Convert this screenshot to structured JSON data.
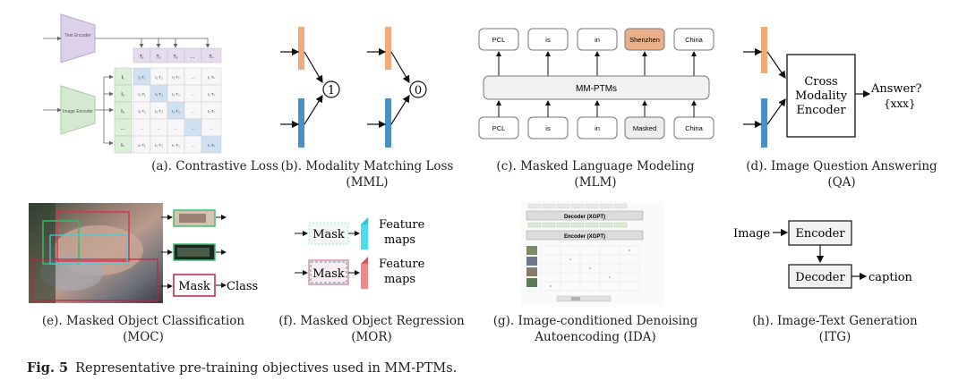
{
  "figure": {
    "label": "Fig. 5",
    "caption": "Representative pre-training objectives used in MM-PTMs."
  },
  "panels": {
    "a": {
      "caption_line1": "(a). Contrastive Loss",
      "text_encoder": "Text Encoder",
      "image_encoder": "Image Encoder",
      "text_tokens": [
        "T₁",
        "T₂",
        "T₃",
        "...",
        "Tₙ"
      ],
      "image_tokens": [
        "I₁",
        "I₂",
        "I₃",
        "...",
        "Iₙ"
      ],
      "matrix": [
        [
          "I₁·T₁",
          "I₁·T₂",
          "I₁·T₃",
          "...",
          "I₁·Tₙ"
        ],
        [
          "I₂·T₁",
          "I₂·T₂",
          "I₂·T₃",
          "...",
          "I₂·Tₙ"
        ],
        [
          "I₃·T₁",
          "I₃·T₂",
          "I₃·T₃",
          "...",
          "I₃·Tₙ"
        ],
        [
          "...",
          "...",
          "...",
          "...",
          "..."
        ],
        [
          "Iₙ·T₁",
          "Iₙ·T₂",
          "Iₙ·T₃",
          "...",
          "Iₙ·Tₙ"
        ]
      ]
    },
    "b": {
      "caption_line1": "(b). Modality Matching Loss",
      "caption_line2": "(MML)",
      "match_label": "1",
      "mismatch_label": "0"
    },
    "c": {
      "caption_line1": "(c). Masked Language Modeling",
      "caption_line2": "(MLM)",
      "model": "MM-PTMs",
      "outputs": [
        "PCL",
        "is",
        "in",
        "Shenzhen",
        "China"
      ],
      "inputs": [
        "PCL",
        "is",
        "in",
        "Masked",
        "China"
      ]
    },
    "d": {
      "caption_line1": "(d). Image Question Answering",
      "caption_line2": "(QA)",
      "encoder_lines": [
        "Cross",
        "Modality",
        "Encoder"
      ],
      "answer": "Answer?",
      "answer_value": "{xxx}"
    },
    "e": {
      "caption_line1": "(e). Masked Object Classification",
      "caption_line2": "(MOC)",
      "mask": "Mask",
      "class": "Class"
    },
    "f": {
      "caption_line1": "(f). Masked Object Regression",
      "caption_line2": "(MOR)",
      "mask": "Mask",
      "feature_lines": [
        "Feature",
        "maps"
      ]
    },
    "g": {
      "caption_line1": "(g). Image-conditioned Denoising",
      "caption_line2": "Autoencoding (IDA)",
      "decoder": "Decoder (XGPT)",
      "encoder": "Encoder (XGPT)"
    },
    "h": {
      "caption_line1": "(h). Image-Text Generation",
      "caption_line2": "(ITG)",
      "input": "Image",
      "encoder": "Encoder",
      "decoder": "Decoder",
      "output": "caption"
    }
  },
  "colors": {
    "orange_bar": "#f4a97a",
    "blue_bar": "#4a90c8",
    "text_encoder": "#e0d5ec",
    "image_encoder": "#d8ecd6",
    "shenzhen_box": "#eab08a",
    "feature_cyan": "#3fd0e0",
    "feature_red": "#e87a7a"
  }
}
